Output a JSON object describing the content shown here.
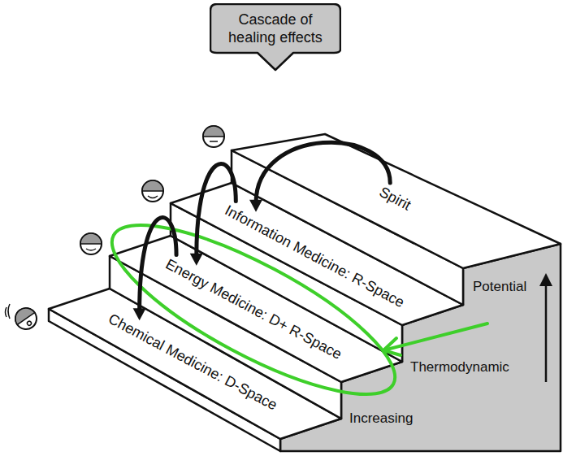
{
  "diagram": {
    "nodes": [
      {
        "text": [
          "Cascade of healing effects"
        ]
      },
      {
        "text": [
          "Spirit"
        ]
      },
      {
        "text": [
          "Information Medicine: R-Space"
        ]
      },
      {
        "text": [
          "Energy Medicine: D+ R-Space"
        ]
      },
      {
        "text": [
          "Chemical Medicine: D-Space"
        ]
      }
    ],
    "edges": [
      {
        "from": 1,
        "to": 2,
        "arrow": "to"
      },
      {
        "from": 2,
        "to": 3,
        "arrow": "to"
      },
      {
        "from": 3,
        "to": 4,
        "arrow": "to"
      }
    ],
    "labels": [
      "Potential",
      "Thermodynamic",
      "Increasing"
    ]
  }
}
